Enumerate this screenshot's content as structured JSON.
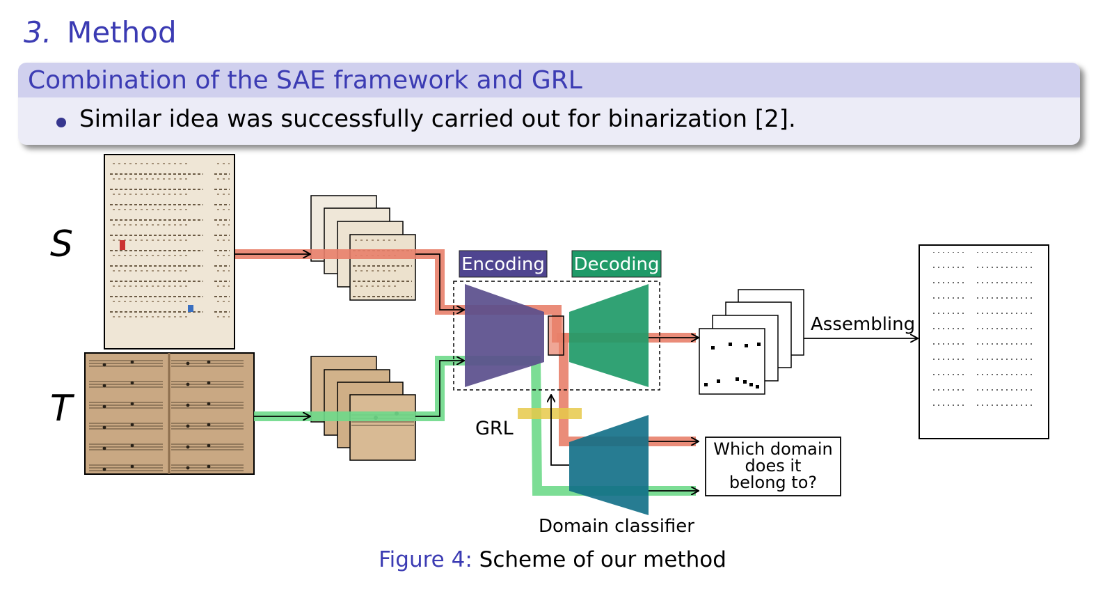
{
  "slide": {
    "section_number": "3.",
    "section_title": "Method"
  },
  "block": {
    "header": "Combination of the SAE framework and GRL",
    "bullet": "Similar idea was successfully carried out for binarization [2]."
  },
  "diagram": {
    "source_label": "S",
    "target_label": "T",
    "encoding_label": "Encoding",
    "decoding_label": "Decoding",
    "assembling_label": "Assembling",
    "grl_label": "GRL",
    "domain_classifier_label": "Domain classifier",
    "question_lines": [
      "Which domain",
      "does it",
      "belong to?"
    ],
    "colors": {
      "source_path": "#e8806a",
      "target_path": "#6ed98a",
      "encoder": "#5a4e8c",
      "decoder": "#1f9a68",
      "classifier": "#0f6e86",
      "grl": "#e6c94a",
      "encoding_bg": "#4f4590",
      "decoding_bg": "#1f9a68"
    }
  },
  "caption": {
    "figure_label": "Figure 4:",
    "text": "Scheme of our method"
  }
}
